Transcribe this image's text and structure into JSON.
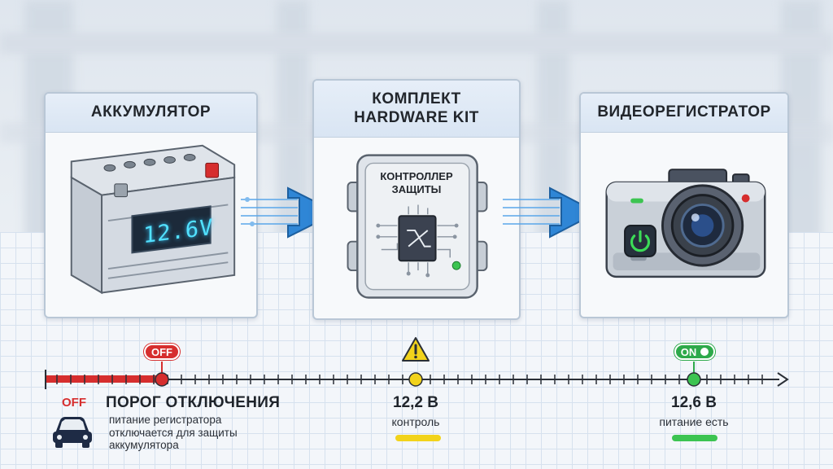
{
  "panels": {
    "battery": {
      "title": "АККУМУЛЯТОР",
      "display": "12.6V"
    },
    "kit": {
      "title_line1": "КОМПЛЕКТ",
      "title_line2": "HARDWARE KIT",
      "controller_line1": "КОНТРОЛЛЕР",
      "controller_line2": "ЗАЩИТЫ"
    },
    "recorder": {
      "title": "ВИДЕОРЕГИСТРАТОР"
    }
  },
  "timeline": {
    "off_badge": "OFF",
    "on_badge": "ON",
    "off_mark": "OFF",
    "threshold_title": "ПОРОГ ОТКЛЮЧЕНИЯ",
    "threshold_desc": "питание регистратора отключается для защиты аккумулятора",
    "mid_voltage": "12,2 В",
    "mid_label": "контроль",
    "high_voltage": "12,6 В",
    "high_label": "питание есть"
  },
  "colors": {
    "off": "#d62e2e",
    "warning": "#f2d31b",
    "on": "#3cc451",
    "arrow": "#2f86d6",
    "panel_border": "#b9c7d6"
  },
  "icons": [
    "battery-icon",
    "controller-chip-icon",
    "dashcam-icon",
    "power-icon",
    "warning-icon",
    "car-icon",
    "arrow-right-icon"
  ]
}
